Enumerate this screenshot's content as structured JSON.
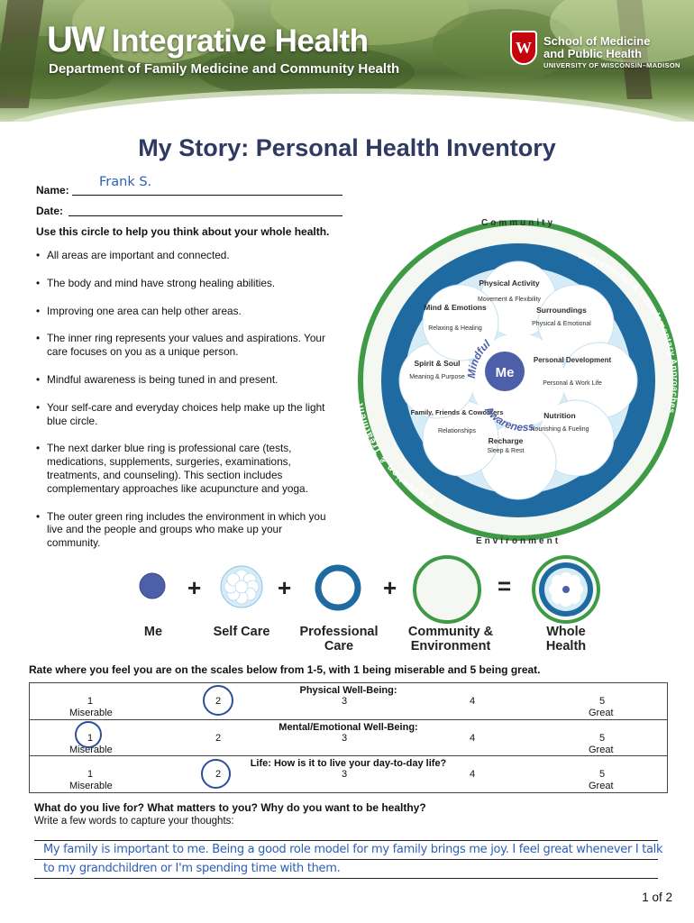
{
  "header": {
    "brand_uw": "UW",
    "brand_rest": " Integrative Health",
    "department": "Department of Family Medicine and Community Health",
    "crest_letter": "W",
    "school_line1": "School of Medicine",
    "school_line2": "and Public Health",
    "university": "UNIVERSITY OF WISCONSIN–MADISON"
  },
  "title": "My Story: Personal Health Inventory",
  "form": {
    "name_label": "Name:",
    "name_value": "Frank S.",
    "date_label": "Date:",
    "date_value": ""
  },
  "intro": "Use this circle to help you think about your whole health.",
  "bullets": [
    "All areas are important and connected.",
    "The body and mind have strong healing abilities.",
    "Improving one area can help other areas.",
    "The inner ring represents your values and aspirations. Your care focuses on you as a unique person.",
    "Mindful awareness is being tuned in and present.",
    "Your self-care and everyday choices help make up the light blue circle.",
    "The next darker blue ring is professional care (tests, medications, supplements, surgeries, examinations, treatments, and counseling). This section includes complementary approaches like acupuncture and yoga.",
    "The outer green ring includes the environment in which you live and the people and groups who make up your community."
  ],
  "wheel": {
    "outer_top": "Community",
    "outer_bottom": "Environment",
    "left_ring": "Prevention & Treatment",
    "right_ring": "Conventional & Complementary Approaches",
    "center": "Me",
    "mindful": "Mindful",
    "awareness": "Awareness",
    "petals": [
      {
        "title": "Physical Activity",
        "sub": "Movement & Flexibility"
      },
      {
        "title": "Surroundings",
        "sub": "Physical & Emotional"
      },
      {
        "title": "Personal Development",
        "sub": "Personal & Work Life"
      },
      {
        "title": "Nutrition",
        "sub": "Nourishing & Fueling"
      },
      {
        "title": "Recharge",
        "sub": "Sleep & Rest"
      },
      {
        "title": "Family, Friends & Coworkers",
        "sub": "Relationships"
      },
      {
        "title": "Spirit & Soul",
        "sub": "Meaning & Purpose"
      },
      {
        "title": "Mind & Emotions",
        "sub": "Relaxing & Healing"
      }
    ]
  },
  "equation": {
    "me": "Me",
    "self_care": "Self Care",
    "professional_1": "Professional",
    "professional_2": "Care",
    "community_1": "Community &",
    "community_2": "Environment",
    "whole_1": "Whole",
    "whole_2": "Health",
    "plus": "+",
    "equals": "="
  },
  "colors": {
    "me": "#4c5fa8",
    "light_blue": "#d6ecf7",
    "professional": "#1f6aa0",
    "green": "#3f9a45",
    "pen": "#2b5fb8"
  },
  "rating": {
    "instruction": "Rate where you feel you are on the scales below from 1-5, with 1 being miserable and 5 being great.",
    "scales": [
      {
        "title": "Physical Well-Being:",
        "selected": 2
      },
      {
        "title": "Mental/Emotional Well-Being:",
        "selected": 1
      },
      {
        "title": "Life: How is it to live your day-to-day life?",
        "selected": 2
      }
    ],
    "n1": "1",
    "n2": "2",
    "n3": "3",
    "n4": "4",
    "n5": "5",
    "low": "Miserable",
    "high": "Great"
  },
  "question": {
    "prompt": "What do you live for?  What matters to you?  Why do you want to be healthy?",
    "instruction": "Write a few words to capture your thoughts:",
    "answer_line1": "My family is important to me. Being a good role model for my family brings me joy. I feel great whenever I talk",
    "answer_line2": "to my grandchildren or I'm spending time with them."
  },
  "page_number": "1 of 2"
}
